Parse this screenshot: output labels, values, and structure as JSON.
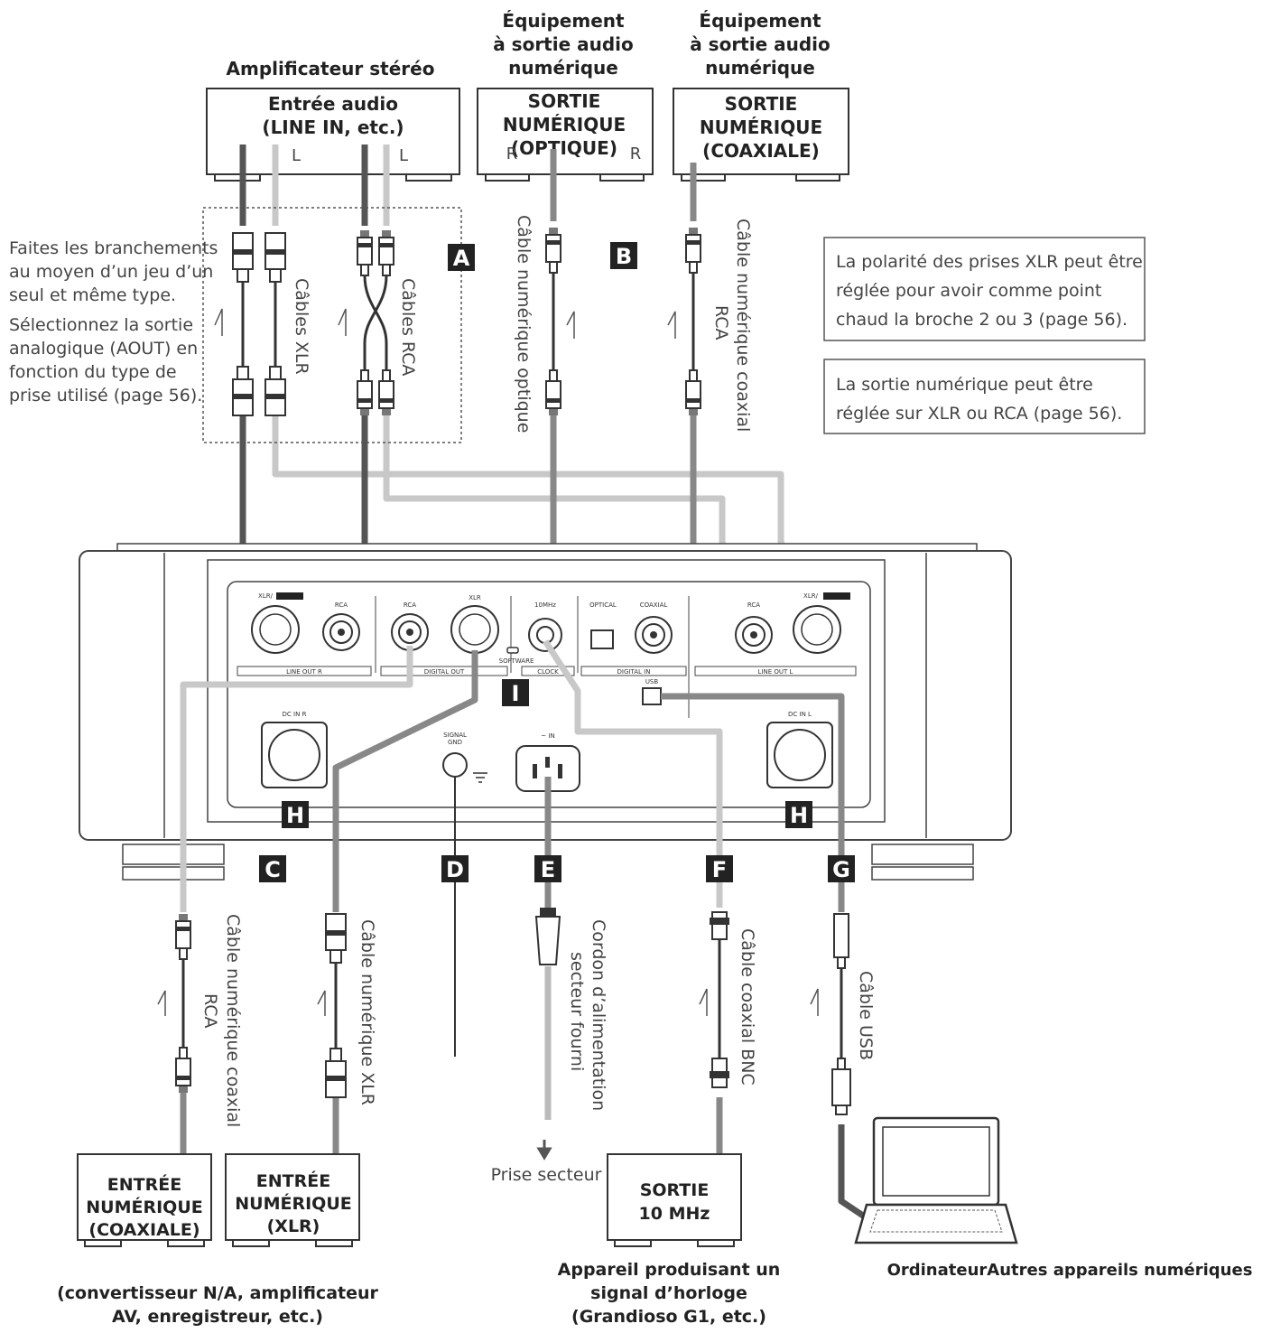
{
  "amp_header": "Amplificateur stéréo",
  "equip_opt_header": [
    "Équipement",
    "à sortie audio",
    "numérique"
  ],
  "equip_coax_header": [
    "Équipement",
    "à sortie audio",
    "numérique"
  ],
  "amp_box": [
    "Entrée audio",
    "(LINE IN, etc.)"
  ],
  "amp_L1": "L",
  "amp_L2": "L",
  "opt_box": [
    "SORTIE",
    "NUMÉRIQUE",
    "(OPTIQUE)"
  ],
  "opt_R1": "R",
  "opt_R2": "R",
  "coax_box": [
    "SORTIE",
    "NUMÉRIQUE",
    "(COAXIALE)"
  ],
  "left_note_1": [
    "Faites les branchements",
    "au moyen d’un jeu d’un",
    "seul et même type."
  ],
  "left_note_2": [
    "Sélectionnez la sortie",
    "analogique (AOUT) en",
    "fonction du type de",
    "prise utilisé (page 56)."
  ],
  "cable_xlr": "Câbles XLR",
  "cable_rca": "Câbles RCA",
  "cable_opt": "Câble numérique optique",
  "cable_coax_top": [
    "Câble numérique coaxial",
    "RCA"
  ],
  "note_polarity": [
    "La polarité des prises XLR peut être",
    "réglée pour avoir comme point",
    "chaud la broche 2 ou 3 (page 56)."
  ],
  "note_digital": [
    "La sortie numérique peut être",
    "réglée sur XLR ou RCA (page 56)."
  ],
  "panel": {
    "xlr_bal": "XLR/",
    "rca": "RCA",
    "rca2": "RCA",
    "xlr": "XLR",
    "tenmhz": "10MHz",
    "optical": "OPTICAL",
    "coaxial": "COAXIAL",
    "rca3": "RCA",
    "xlr_bal2": "XLR/",
    "line_out_r": "LINE OUT  R",
    "digital_out": "DIGITAL OUT",
    "software": "SOFTWARE",
    "clock": "CLOCK",
    "digital_in": "DIGITAL IN",
    "line_out_l": "LINE OUT  L",
    "usb": "USB",
    "dc_in_r": "DC IN  R",
    "signal_gnd": [
      "SIGNAL",
      "GND"
    ],
    "ac_in": "~ IN",
    "dc_in_l": "DC IN  L"
  },
  "letters": {
    "A": "A",
    "B": "B",
    "C": "C",
    "D": "D",
    "E": "E",
    "F": "F",
    "G": "G",
    "H1": "H",
    "H2": "H",
    "I": "I"
  },
  "cable_coax_bottom": [
    "Câble numérique coaxial",
    "RCA"
  ],
  "cable_xlr_dig": "Câble numérique XLR",
  "power_cord": [
    "Cordon d’alimentation",
    "secteur fourni"
  ],
  "bnc_cable": "Câble coaxial BNC",
  "usb_cable": "Câble USB",
  "prise_secteur": "Prise secteur",
  "box_coax_in": [
    "ENTRÉE",
    "NUMÉRIQUE",
    "(COAXIALE)"
  ],
  "box_xlr_in": [
    "ENTRÉE",
    "NUMÉRIQUE",
    "(XLR)"
  ],
  "box_10mhz": [
    "SORTIE",
    "10 MHz"
  ],
  "caption_left": [
    "(convertisseur N/A, amplificateur",
    "AV, enregistreur, etc.)"
  ],
  "caption_clock": [
    "Appareil produisant un",
    "signal d’horloge",
    "(Grandioso G1, etc.)"
  ],
  "caption_pc": "OrdinateurAutres appareils numériques"
}
